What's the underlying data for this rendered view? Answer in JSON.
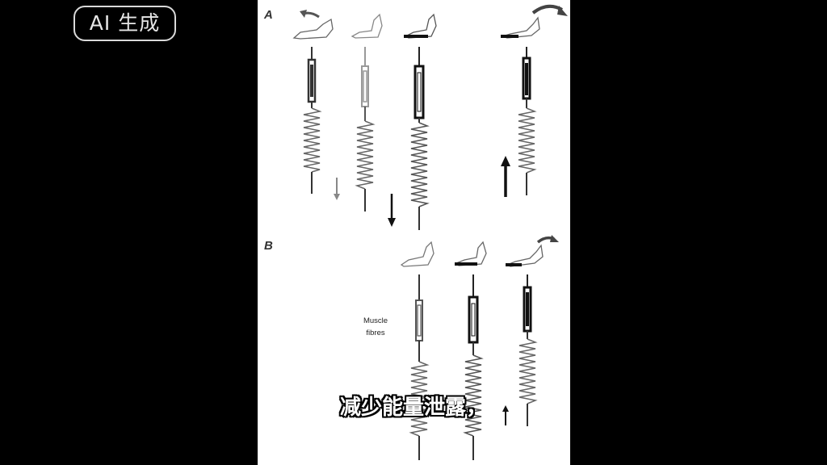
{
  "badge": {
    "text": "AI 生成"
  },
  "figure": {
    "panel_a_label": "A",
    "panel_b_label": "B",
    "muscle_label_line1": "Muscle",
    "muscle_label_line2": "fibres"
  },
  "subtitle": {
    "text": "减少能量泄露，"
  }
}
